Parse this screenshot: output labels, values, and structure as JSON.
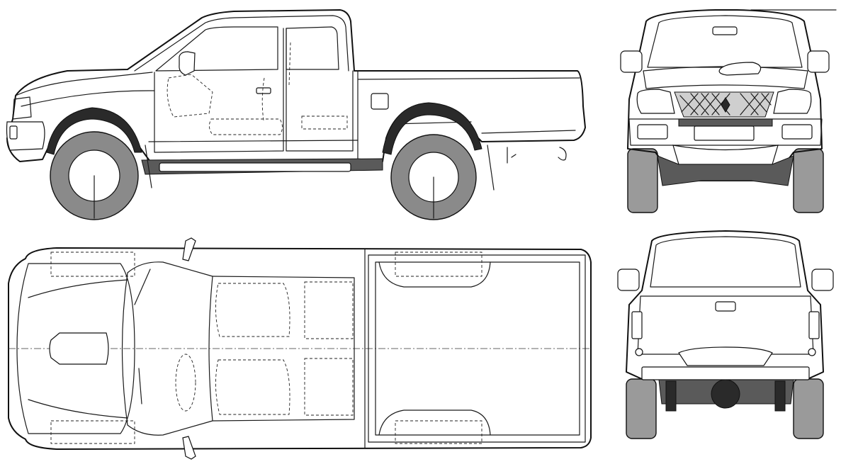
{
  "drawing": {
    "subject": "",
    "views": [
      {
        "id": "side",
        "label": ""
      },
      {
        "id": "front",
        "label": ""
      },
      {
        "id": "top",
        "label": ""
      },
      {
        "id": "rear",
        "label": ""
      }
    ]
  },
  "colors": {
    "line": "#1a1a1a",
    "tire": "#8a8a8a",
    "fender_flare": "#2a2a2a",
    "background": "#ffffff"
  }
}
